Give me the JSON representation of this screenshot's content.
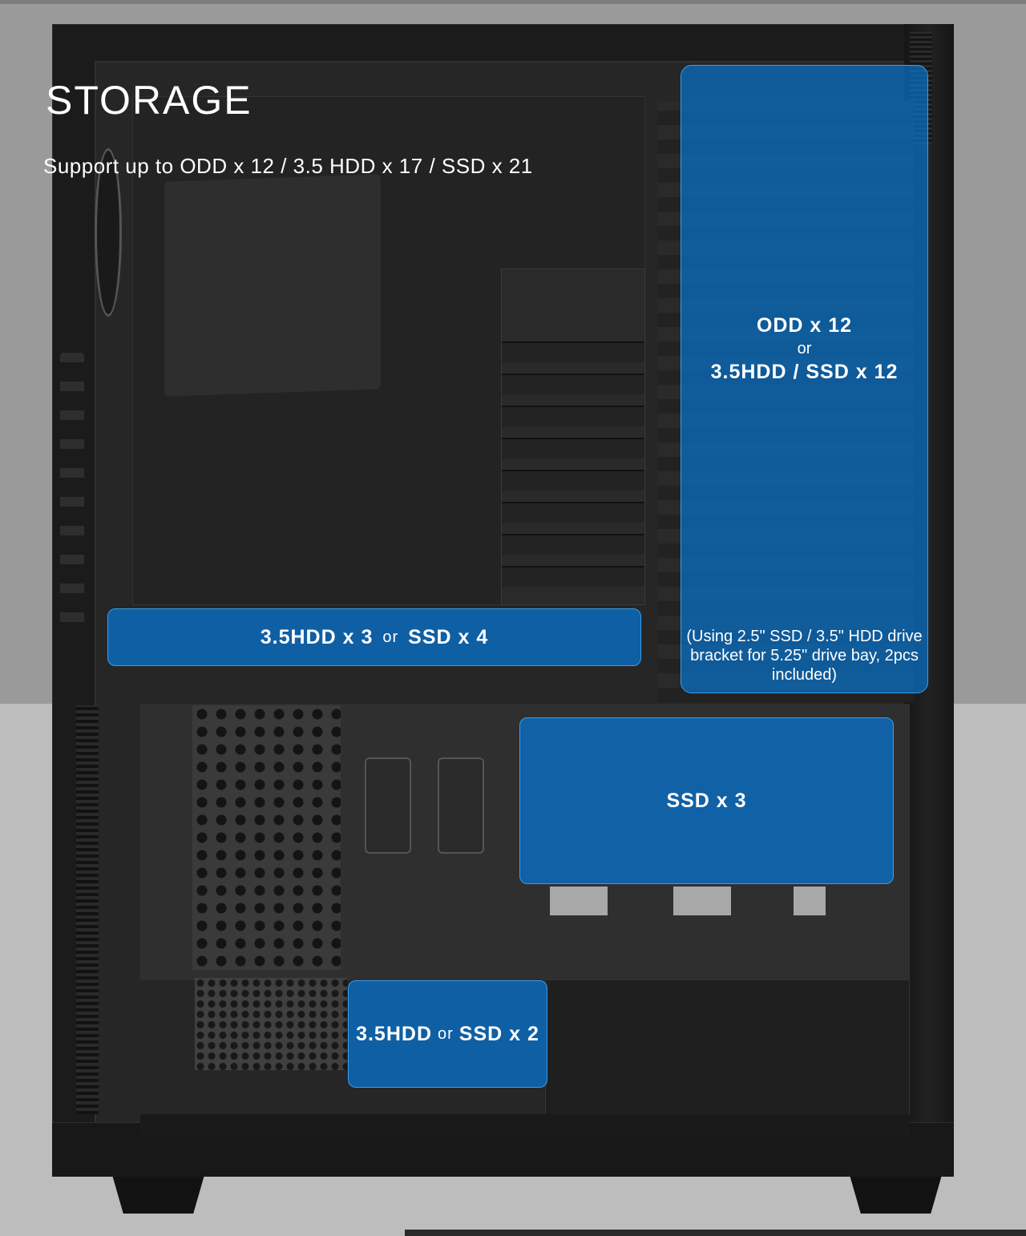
{
  "title": "STORAGE",
  "subtitle": "Support up to ODD x 12 / 3.5 HDD x 17 / SSD x 21",
  "zones": {
    "odd_bay": {
      "line1": "ODD x 12",
      "line2": "or",
      "line3": "3.5HDD / SSD x 12",
      "note": "(Using 2.5\" SSD / 3.5\" HDD drive bracket for 5.25\" drive bay,  2pcs included)"
    },
    "hdd_cage": {
      "part1": "3.5HDD x 3",
      "part2": "or",
      "part3": "SSD x 4"
    },
    "ssd_tray": {
      "label": "SSD x 3"
    },
    "bottom_cage": {
      "part1": "3.5HDD",
      "part2": "or",
      "part3": "SSD x 2"
    }
  },
  "colors": {
    "highlight": "#0970c8",
    "text": "#ffffff"
  }
}
